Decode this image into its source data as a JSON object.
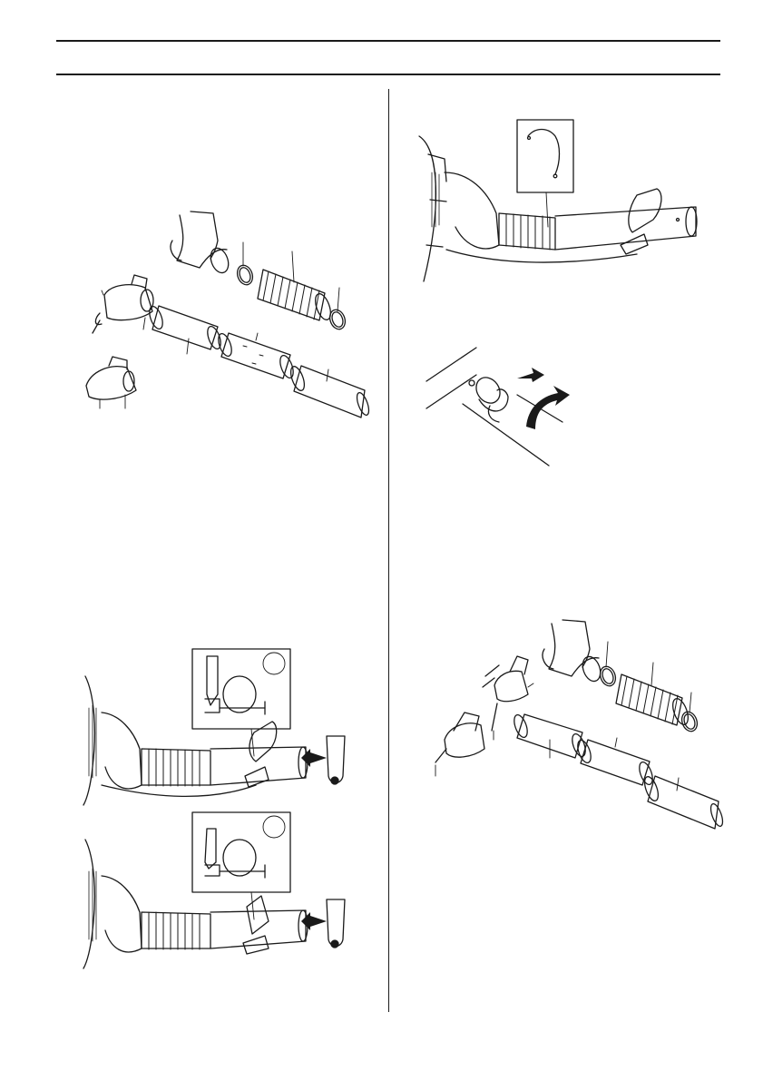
{
  "page": {
    "header_rule_color": "#1a1a1a",
    "background": "#ffffff",
    "note": ""
  },
  "figures": [
    {
      "id": "exploded-view-top-left",
      "kind": "line-art"
    },
    {
      "id": "assembled-tube-with-cable",
      "kind": "line-art"
    },
    {
      "id": "tube-rotate-lock-detail",
      "kind": "line-art"
    },
    {
      "id": "nozzle-insert-unlocked",
      "kind": "line-art"
    },
    {
      "id": "nozzle-insert-locked",
      "kind": "line-art"
    },
    {
      "id": "exploded-view-bottom-right",
      "kind": "line-art"
    }
  ]
}
